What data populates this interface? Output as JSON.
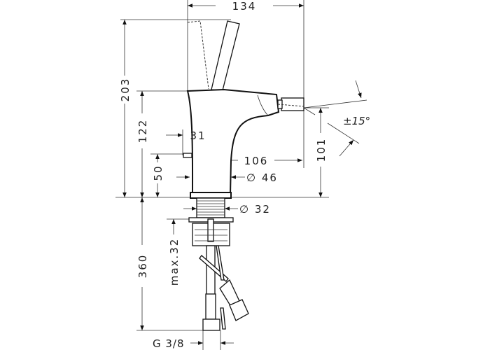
{
  "drawing": {
    "dimensions": {
      "width_total": "134",
      "height_total": "203",
      "height_body": "122",
      "height_lever_outlet": "50",
      "height_spout": "101",
      "spout_offset": "31",
      "spout_reach": "106",
      "body_diameter": "∅ 46",
      "thread_diameter": "∅ 32",
      "max_counter_thickness": "max.32",
      "hose_length": "360",
      "connection_thread": "G 3/8",
      "spray_angle": "±15°"
    }
  }
}
